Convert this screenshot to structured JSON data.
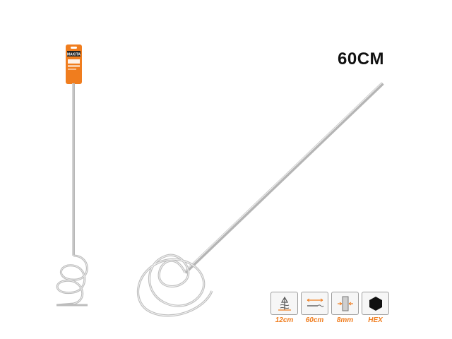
{
  "product": {
    "title": "60CM",
    "package_brand": "MAKITA"
  },
  "specs": [
    {
      "icon": "paddle-diameter-icon",
      "label": "12cm"
    },
    {
      "icon": "length-icon",
      "label": "60cm"
    },
    {
      "icon": "shank-diameter-icon",
      "label": "8mm"
    },
    {
      "icon": "hex-shank-icon",
      "label": "HEX"
    }
  ],
  "colors": {
    "accent": "#f07d1e",
    "metal": "#c8c8c8",
    "icon_border": "#9e9e9e",
    "text": "#111111"
  }
}
